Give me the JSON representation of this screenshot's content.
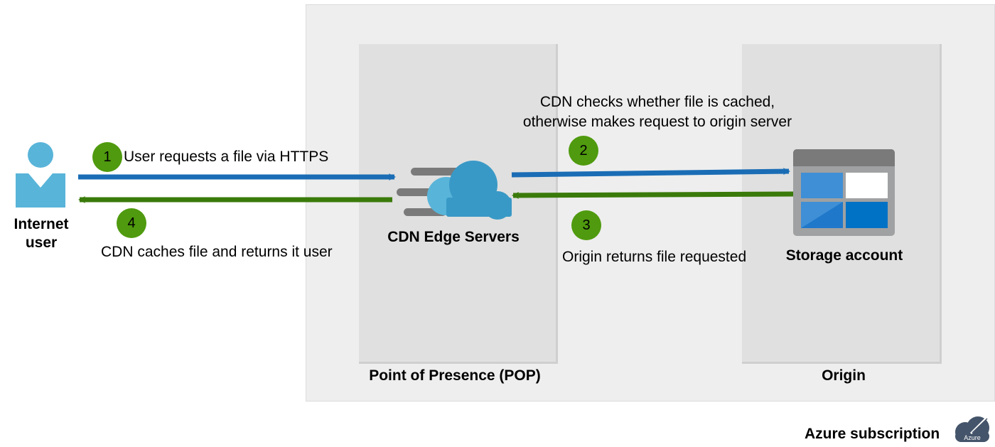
{
  "user": {
    "label": "Internet user"
  },
  "cdn": {
    "label": "CDN Edge Servers"
  },
  "storage": {
    "label": "Storage account"
  },
  "regions": {
    "pop": "Point of Presence (POP)",
    "origin": "Origin",
    "subscription": "Azure subscription",
    "subscription_badge": "Azure"
  },
  "steps": [
    {
      "number": "1",
      "text": "User requests a file via HTTPS"
    },
    {
      "number": "2",
      "text": "CDN checks whether file is cached,\notherwise makes request to origin server"
    },
    {
      "number": "3",
      "text": "Origin returns file requested"
    },
    {
      "number": "4",
      "text": "CDN caches file and returns it user"
    }
  ],
  "colors": {
    "request_arrow": "#1a6db5",
    "response_arrow": "#3a7a0a",
    "step_badge": "#4f9a0e",
    "subscription_bg": "#eeeeee",
    "column_bg": "#e0e0e0"
  }
}
